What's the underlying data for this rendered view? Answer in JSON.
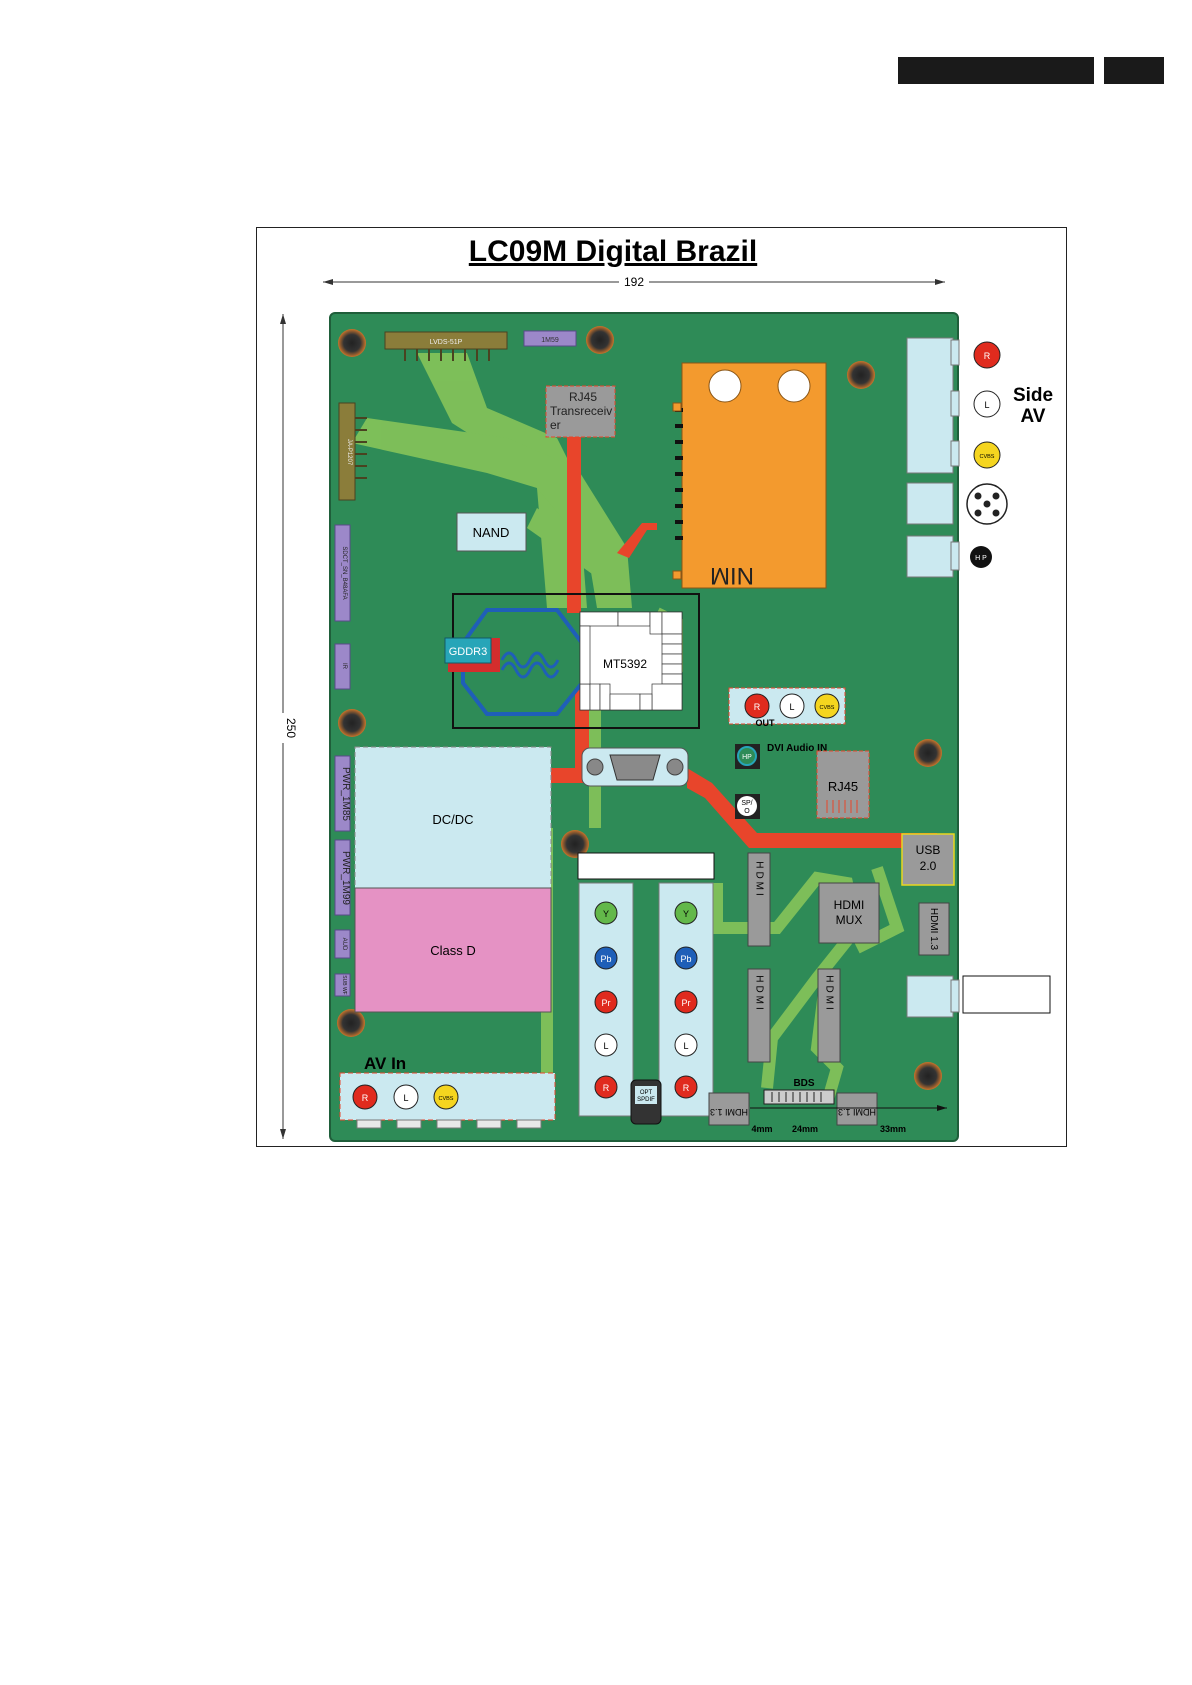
{
  "diagram": {
    "title": "LC09M Digital Brazil",
    "dimensions": {
      "width_label": "192",
      "height_label": "250"
    },
    "labels": {
      "lvds": "LVDS-51P",
      "tag_1m59": "1M59",
      "rj45_trans_1": "RJ45",
      "rj45_trans_2": "Transreceiv",
      "rj45_trans_3": "er",
      "side_conn_left": "JA-P1207",
      "nand": "NAND",
      "nim": "NIM",
      "sidebar_1": "SDCT_SN_B48AFA",
      "sidebar_2": "IR",
      "pwr_1m85": "PWR_1M85",
      "pwr_1m99": "PWR_1M99",
      "aud": "AUD",
      "sub": "SUB WF",
      "gddr3": "GDDR3",
      "mt5392": "MT5392",
      "dcdc": "DC/DC",
      "classd": "Class D",
      "av_in": "AV In",
      "side_av_1": "Side",
      "side_av_2": "AV",
      "dvi_audio": "DVI Audio IN",
      "hp": "HP",
      "spdif_1": "SP/",
      "spdif_2": "O",
      "rj45": "RJ45",
      "usb_1": "USB",
      "usb_2": "2.0",
      "hdmi_mux_1": "HDMI",
      "hdmi_mux_2": "MUX",
      "hdmi13": "HDMI 1.3",
      "hdmi_v": "HDMI",
      "out": "OUT",
      "opt_spdif_1": "OPT",
      "opt_spdif_2": "SPDIF",
      "bds": "BDS",
      "dim_4mm": "4mm",
      "dim_24mm": "24mm",
      "dim_33mm": "33mm",
      "hp_jack": "H P",
      "r": "R",
      "l": "L",
      "cvbs": "CVBS",
      "y": "Y",
      "pb": "Pb",
      "pr": "Pr"
    }
  }
}
